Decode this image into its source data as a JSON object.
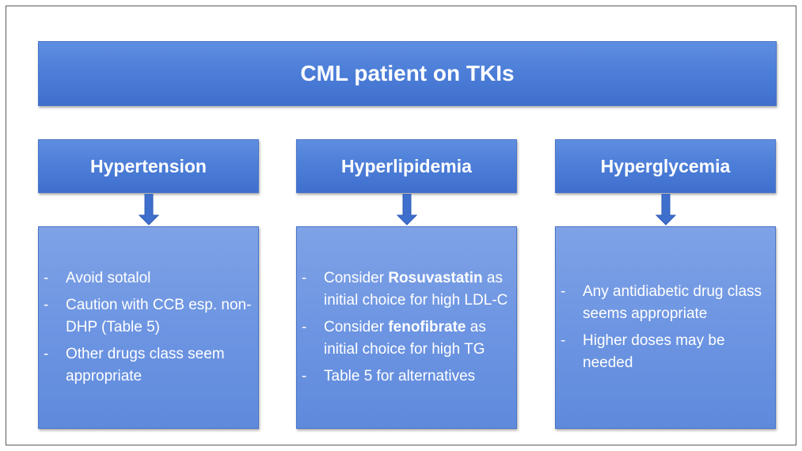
{
  "title": "CML patient on TKIs",
  "categories": [
    {
      "label": "Hypertension",
      "items": [
        [
          {
            "t": "Avoid sotalol"
          }
        ],
        [
          {
            "t": "Caution with CCB esp. non-DHP (Table 5)"
          }
        ],
        [
          {
            "t": "Other drugs class seem appropriate"
          }
        ]
      ]
    },
    {
      "label": "Hyperlipidemia",
      "items": [
        [
          {
            "t": "Consider "
          },
          {
            "t": "Rosuvastatin",
            "b": true
          },
          {
            "t": " as initial choice for high LDL-C"
          }
        ],
        [
          {
            "t": "Consider "
          },
          {
            "t": "fenofibrate",
            "b": true
          },
          {
            "t": " as initial choice for high TG"
          }
        ],
        [
          {
            "t": "Table 5 for alternatives"
          }
        ]
      ]
    },
    {
      "label": "Hyperglycemia",
      "items": [
        [
          {
            "t": "Any antidiabetic drug class seems appropriate"
          }
        ],
        [
          {
            "t": "Higher doses may be needed"
          }
        ]
      ]
    }
  ],
  "bullet_marker": "-",
  "colors": {
    "header_fill": "#4d7fd9",
    "content_fill": "#6d95e2",
    "border": "#4a74c9",
    "arrow_fill": "#3f6fcd",
    "text": "#ffffff"
  }
}
